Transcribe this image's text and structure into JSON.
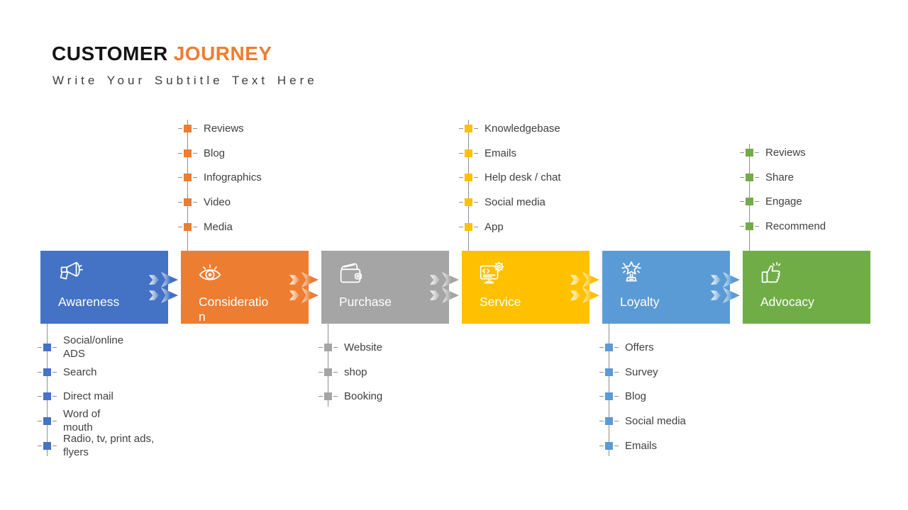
{
  "slide": {
    "title_primary": "CUSTOMER",
    "title_accent": "JOURNEY",
    "subtitle": "Write Your Subtitle Text Here"
  },
  "colors": {
    "title_primary": "#141414",
    "title_accent": "#ED7D31",
    "body_text": "#3F3F3F",
    "connector_line": "#8F8F8F"
  },
  "stages": [
    {
      "label": "Awareness",
      "color": "#4472C4",
      "icon": "megaphone-icon",
      "items_above": [],
      "items_below": [
        "Social/online\nADS",
        "Search",
        "Direct mail",
        "Word of\nmouth",
        "Radio, tv, print ads,\nflyers"
      ]
    },
    {
      "label": "Consideration",
      "color": "#ED7D31",
      "icon": "eye-icon",
      "items_above": [
        "Reviews",
        "Blog",
        "Infographics",
        "Video",
        "Media"
      ],
      "items_below": []
    },
    {
      "label": "Purchase",
      "color": "#A5A5A5",
      "icon": "wallet-icon",
      "items_above": [],
      "items_below": [
        "Website",
        "shop",
        "Booking"
      ]
    },
    {
      "label": "Service",
      "color": "#FFC000",
      "icon": "service-desk-icon",
      "items_above": [
        "Knowledgebase",
        "Emails",
        "Help desk / chat",
        "Social media",
        "App"
      ],
      "items_below": []
    },
    {
      "label": "Loyalty",
      "color": "#5B9BD5",
      "icon": "star-trophy-icon",
      "items_above": [],
      "items_below": [
        "Offers",
        "Survey",
        "Blog",
        "Social media",
        "Emails"
      ]
    },
    {
      "label": "Advocacy",
      "color": "#70AD47",
      "icon": "thumbs-up-icon",
      "items_above": [
        "Reviews",
        "Share",
        "Engage",
        "Recommend"
      ],
      "items_below": []
    }
  ]
}
